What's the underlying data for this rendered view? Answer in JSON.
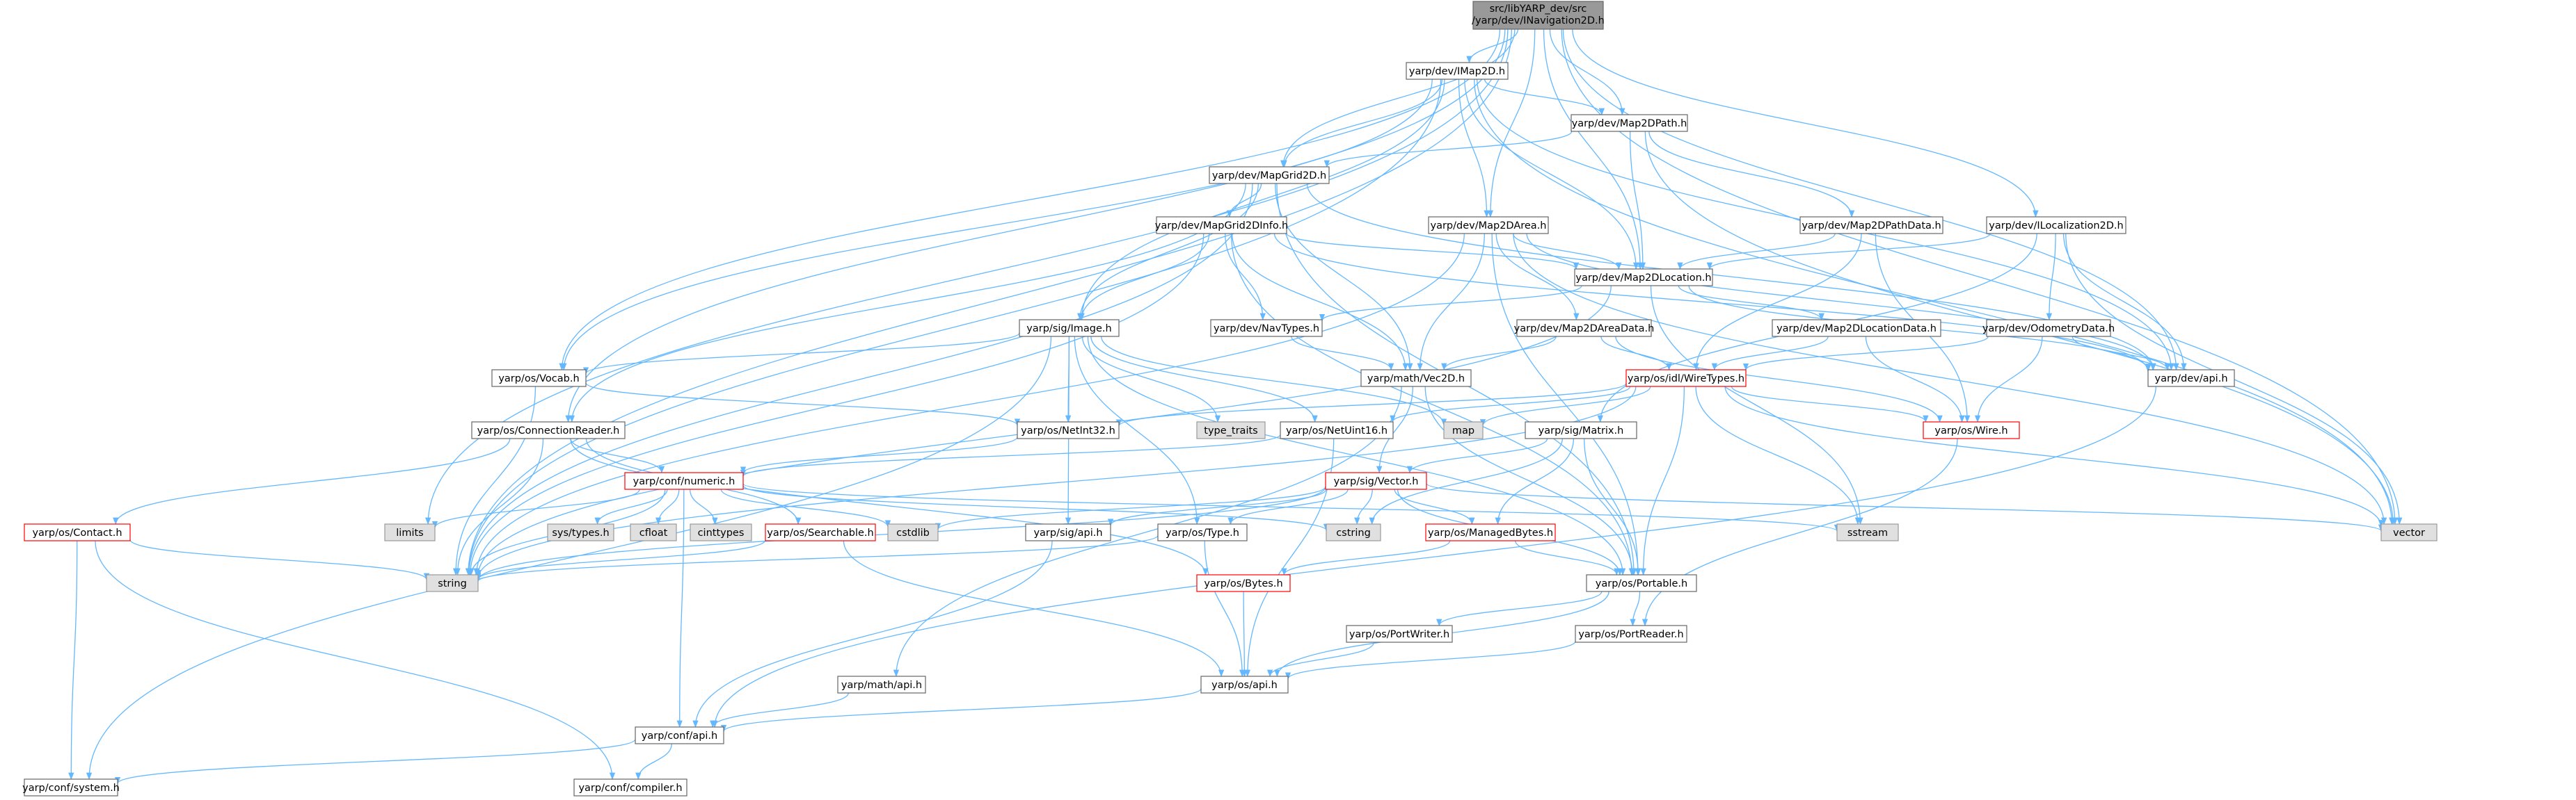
{
  "root_label_line1": "src/libYARP_dev/src",
  "root_label_line2": "/yarp/dev/INavigation2D.h",
  "colors": {
    "edge": "#63b8ff",
    "node_border": "#666666",
    "node_fill": "#ffffff",
    "root_fill": "#999999",
    "external_fill": "#e0e0e0",
    "external_border": "#999999",
    "truncated_border": "#ff0000"
  },
  "nodes": {
    "root": {
      "label": "src/libYARP_dev/src /yarp/dev/INavigation2D.h"
    },
    "imap2d": {
      "label": "yarp/dev/IMap2D.h"
    },
    "map2dpath": {
      "label": "yarp/dev/Map2DPath.h"
    },
    "mapgrid2d": {
      "label": "yarp/dev/MapGrid2D.h"
    },
    "mapgrid2dinfo": {
      "label": "yarp/dev/MapGrid2DInfo.h"
    },
    "map2darea": {
      "label": "yarp/dev/Map2DArea.h"
    },
    "map2dpathdata": {
      "label": "yarp/dev/Map2DPathData.h"
    },
    "ilocalization2d": {
      "label": "yarp/dev/ILocalization2D.h"
    },
    "map2dlocation": {
      "label": "yarp/dev/Map2DLocation.h"
    },
    "sigimage": {
      "label": "yarp/sig/Image.h"
    },
    "navtypes": {
      "label": "yarp/dev/NavTypes.h"
    },
    "map2dareadata": {
      "label": "yarp/dev/Map2DAreaData.h"
    },
    "map2dlocationdata": {
      "label": "yarp/dev/Map2DLocationData.h"
    },
    "odometrydata": {
      "label": "yarp/dev/OdometryData.h"
    },
    "vocab": {
      "label": "yarp/os/Vocab.h"
    },
    "vec2d": {
      "label": "yarp/math/Vec2D.h"
    },
    "wiretypes": {
      "label": "yarp/os/idl/WireTypes.h"
    },
    "devapi": {
      "label": "yarp/dev/api.h"
    },
    "typetraits": {
      "label": "type_traits"
    },
    "netuint16": {
      "label": "yarp/os/NetUint16.h"
    },
    "map": {
      "label": "map"
    },
    "sigmatrix": {
      "label": "yarp/sig/Matrix.h"
    },
    "wire": {
      "label": "yarp/os/Wire.h"
    },
    "connreader": {
      "label": "yarp/os/ConnectionReader.h"
    },
    "netint32": {
      "label": "yarp/os/NetInt32.h"
    },
    "numeric": {
      "label": "yarp/conf/numeric.h"
    },
    "sigvector": {
      "label": "yarp/sig/Vector.h"
    },
    "contact": {
      "label": "yarp/os/Contact.h"
    },
    "limits": {
      "label": "limits"
    },
    "systypes": {
      "label": "sys/types.h"
    },
    "cfloat": {
      "label": "cfloat"
    },
    "cinttypes": {
      "label": "cinttypes"
    },
    "searchable": {
      "label": "yarp/os/Searchable.h"
    },
    "cstdlib": {
      "label": "cstdlib"
    },
    "sigapi": {
      "label": "yarp/sig/api.h"
    },
    "ostype": {
      "label": "yarp/os/Type.h"
    },
    "cstring": {
      "label": "cstring"
    },
    "managedbytes": {
      "label": "yarp/os/ManagedBytes.h"
    },
    "sstream": {
      "label": "sstream"
    },
    "vector": {
      "label": "vector"
    },
    "string": {
      "label": "string"
    },
    "bytes": {
      "label": "yarp/os/Bytes.h"
    },
    "portable": {
      "label": "yarp/os/Portable.h"
    },
    "portwriter": {
      "label": "yarp/os/PortWriter.h"
    },
    "portreader": {
      "label": "yarp/os/PortReader.h"
    },
    "mathapi": {
      "label": "yarp/math/api.h"
    },
    "osapi": {
      "label": "yarp/os/api.h"
    },
    "confapi": {
      "label": "yarp/conf/api.h"
    },
    "system": {
      "label": "yarp/conf/system.h"
    },
    "compiler": {
      "label": "yarp/conf/compiler.h"
    }
  },
  "edges": [
    [
      "root",
      "imap2d"
    ],
    [
      "root",
      "map2dpath"
    ],
    [
      "root",
      "mapgrid2d"
    ],
    [
      "root",
      "map2darea"
    ],
    [
      "root",
      "ilocalization2d"
    ],
    [
      "root",
      "map2dlocation"
    ],
    [
      "root",
      "devapi"
    ],
    [
      "root",
      "vector"
    ],
    [
      "root",
      "string"
    ],
    [
      "root",
      "limits"
    ],
    [
      "root",
      "vocab"
    ],
    [
      "root",
      "connreader"
    ],
    [
      "imap2d",
      "map2dpath"
    ],
    [
      "imap2d",
      "mapgrid2d"
    ],
    [
      "imap2d",
      "map2darea"
    ],
    [
      "imap2d",
      "map2dlocation"
    ],
    [
      "imap2d",
      "devapi"
    ],
    [
      "imap2d",
      "vector"
    ],
    [
      "imap2d",
      "string"
    ],
    [
      "imap2d",
      "vocab"
    ],
    [
      "imap2d",
      "sigimage"
    ],
    [
      "map2dpath",
      "mapgrid2d"
    ],
    [
      "map2dpath",
      "map2dpathdata"
    ],
    [
      "map2dpath",
      "map2dlocation"
    ],
    [
      "map2dpath",
      "vector"
    ],
    [
      "mapgrid2d",
      "mapgrid2dinfo"
    ],
    [
      "mapgrid2d",
      "sigimage"
    ],
    [
      "mapgrid2d",
      "devapi"
    ],
    [
      "mapgrid2d",
      "string"
    ],
    [
      "mapgrid2d",
      "vec2d"
    ],
    [
      "mapgrid2d",
      "portable"
    ],
    [
      "mapgrid2d",
      "connreader"
    ],
    [
      "mapgrid2dinfo",
      "map2dlocation"
    ],
    [
      "mapgrid2dinfo",
      "navtypes"
    ],
    [
      "mapgrid2dinfo",
      "vec2d"
    ],
    [
      "mapgrid2dinfo",
      "devapi"
    ],
    [
      "mapgrid2dinfo",
      "string"
    ],
    [
      "mapgrid2dinfo",
      "sigimage"
    ],
    [
      "mapgrid2dinfo",
      "portable"
    ],
    [
      "map2darea",
      "map2dlocation"
    ],
    [
      "map2darea",
      "map2dareadata"
    ],
    [
      "map2darea",
      "vec2d"
    ],
    [
      "map2darea",
      "devapi"
    ],
    [
      "map2darea",
      "vector"
    ],
    [
      "map2darea",
      "portable"
    ],
    [
      "map2darea",
      "string"
    ],
    [
      "map2dpathdata",
      "wiretypes"
    ],
    [
      "map2dpathdata",
      "map2dlocation"
    ],
    [
      "map2dpathdata",
      "wire"
    ],
    [
      "ilocalization2d",
      "map2dlocation"
    ],
    [
      "ilocalization2d",
      "odometrydata"
    ],
    [
      "ilocalization2d",
      "devapi"
    ],
    [
      "ilocalization2d",
      "vector"
    ],
    [
      "ilocalization2d",
      "sigmatrix"
    ],
    [
      "map2dlocation",
      "map2dlocationdata"
    ],
    [
      "map2dlocation",
      "navtypes"
    ],
    [
      "map2dlocation",
      "devapi"
    ],
    [
      "map2dlocation",
      "string"
    ],
    [
      "map2dlocation",
      "sstream"
    ],
    [
      "sigimage",
      "vocab"
    ],
    [
      "sigimage",
      "netint32"
    ],
    [
      "sigimage",
      "netuint16"
    ],
    [
      "sigimage",
      "typetraits"
    ],
    [
      "sigimage",
      "map"
    ],
    [
      "sigimage",
      "ostype"
    ],
    [
      "sigimage",
      "sigapi"
    ],
    [
      "sigimage",
      "system"
    ],
    [
      "sigimage",
      "portable"
    ],
    [
      "navtypes",
      "vec2d"
    ],
    [
      "map2dareadata",
      "wiretypes"
    ],
    [
      "map2dareadata",
      "wire"
    ],
    [
      "map2dareadata",
      "vec2d"
    ],
    [
      "map2dlocationdata",
      "wiretypes"
    ],
    [
      "map2dlocationdata",
      "wire"
    ],
    [
      "odometrydata",
      "wiretypes"
    ],
    [
      "odometrydata",
      "wire"
    ],
    [
      "odometrydata",
      "devapi"
    ],
    [
      "vocab",
      "netint32"
    ],
    [
      "vocab",
      "string"
    ],
    [
      "vec2d",
      "sigvector"
    ],
    [
      "vec2d",
      "mathapi"
    ],
    [
      "vec2d",
      "portable"
    ],
    [
      "wiretypes",
      "netint32"
    ],
    [
      "wiretypes",
      "netuint16"
    ],
    [
      "wiretypes",
      "portable"
    ],
    [
      "wiretypes",
      "wire"
    ],
    [
      "wiretypes",
      "string"
    ],
    [
      "wiretypes",
      "vector"
    ],
    [
      "wiretypes",
      "map"
    ],
    [
      "wiretypes",
      "sstream"
    ],
    [
      "devapi",
      "confapi"
    ],
    [
      "netuint16",
      "numeric"
    ],
    [
      "netuint16",
      "osapi"
    ],
    [
      "sigmatrix",
      "sigvector"
    ],
    [
      "sigmatrix",
      "managedbytes"
    ],
    [
      "sigmatrix",
      "portable"
    ],
    [
      "sigmatrix",
      "cstring"
    ],
    [
      "wire",
      "portreader"
    ],
    [
      "connreader",
      "numeric"
    ],
    [
      "connreader",
      "contact"
    ],
    [
      "connreader",
      "bytes"
    ],
    [
      "connreader",
      "searchable"
    ],
    [
      "connreader",
      "string"
    ],
    [
      "netint32",
      "numeric"
    ],
    [
      "numeric",
      "limits"
    ],
    [
      "numeric",
      "systypes"
    ],
    [
      "numeric",
      "cfloat"
    ],
    [
      "numeric",
      "cinttypes"
    ],
    [
      "numeric",
      "cstdlib"
    ],
    [
      "numeric",
      "cstring"
    ],
    [
      "numeric",
      "sstream"
    ],
    [
      "numeric",
      "string"
    ],
    [
      "numeric",
      "confapi"
    ],
    [
      "sigvector",
      "sigapi"
    ],
    [
      "sigvector",
      "ostype"
    ],
    [
      "sigvector",
      "managedbytes"
    ],
    [
      "sigvector",
      "portable"
    ],
    [
      "sigvector",
      "cstring"
    ],
    [
      "sigvector",
      "cstdlib"
    ],
    [
      "sigvector",
      "vector"
    ],
    [
      "sigvector",
      "string"
    ],
    [
      "contact",
      "system"
    ],
    [
      "contact",
      "compiler"
    ],
    [
      "contact",
      "string"
    ],
    [
      "searchable",
      "string"
    ],
    [
      "searchable",
      "osapi"
    ],
    [
      "sigapi",
      "confapi"
    ],
    [
      "ostype",
      "string"
    ],
    [
      "ostype",
      "osapi"
    ],
    [
      "managedbytes",
      "bytes"
    ],
    [
      "managedbytes",
      "portable"
    ],
    [
      "bytes",
      "osapi"
    ],
    [
      "portable",
      "portwriter"
    ],
    [
      "portable",
      "portreader"
    ],
    [
      "portable",
      "osapi"
    ],
    [
      "portwriter",
      "osapi"
    ],
    [
      "portreader",
      "osapi"
    ],
    [
      "mathapi",
      "confapi"
    ],
    [
      "osapi",
      "confapi"
    ],
    [
      "confapi",
      "system"
    ],
    [
      "confapi",
      "compiler"
    ]
  ]
}
